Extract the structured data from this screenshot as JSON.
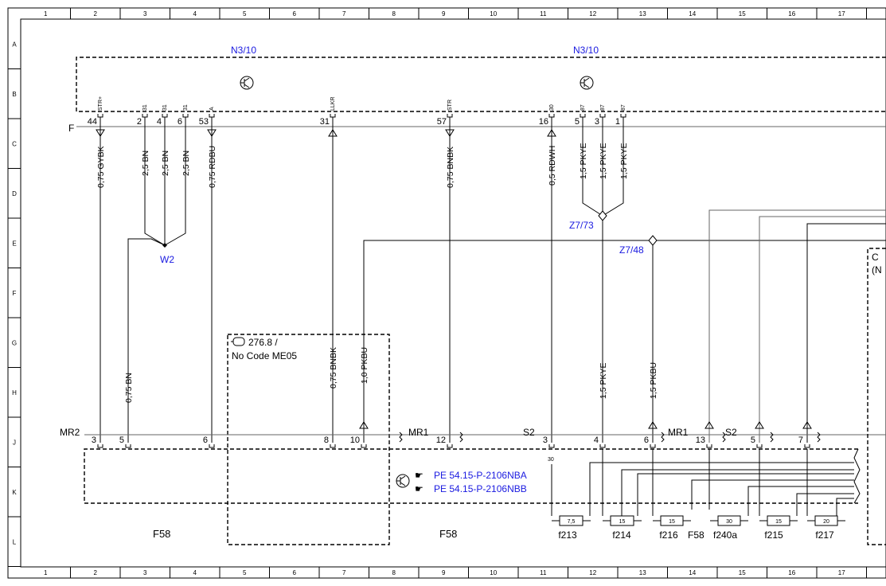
{
  "grid": {
    "cols": [
      "1",
      "2",
      "3",
      "4",
      "5",
      "6",
      "7",
      "8",
      "9",
      "10",
      "11",
      "12",
      "13",
      "14",
      "15",
      "16",
      "17"
    ],
    "rows": [
      "A",
      "B",
      "C",
      "D",
      "E",
      "F",
      "G",
      "H",
      "J",
      "K",
      "L"
    ]
  },
  "components": {
    "n3_10_left": "N3/10",
    "n3_10_right": "N3/10",
    "w2": "W2",
    "z7_73": "Z7/73",
    "z7_48": "Z7/48",
    "f58_left": "F58",
    "f58_mid": "F58",
    "f58_right": "F58",
    "f_label": "F",
    "engine_code": "276.8 /",
    "engine_note": "No  Code ME05",
    "right_partial_1": "C",
    "right_partial_2": "(N"
  },
  "connectors": {
    "mr2": "MR2",
    "mr1_a": "MR1",
    "mr1_b": "MR1",
    "s2_a": "S2",
    "s2_b": "S2"
  },
  "refs": {
    "ref1": "PE 54.15-P-2106NBA",
    "ref2": "PE 54.15-P-2106NBB"
  },
  "top_pins": [
    {
      "name": "STR+",
      "num": "44"
    },
    {
      "name": "31",
      "num": "2"
    },
    {
      "name": "31",
      "num": "4"
    },
    {
      "name": "31",
      "num": "6"
    },
    {
      "name": "A",
      "num": "53"
    },
    {
      "name": "LLKR",
      "num": "31"
    },
    {
      "name": "STR",
      "num": "57"
    },
    {
      "name": "30",
      "num": "16"
    },
    {
      "name": "87",
      "num": "5"
    },
    {
      "name": "87",
      "num": "3"
    },
    {
      "name": "87",
      "num": "1"
    }
  ],
  "wires_top": [
    "0,75 GYBK",
    "2,5 BN",
    "2,5 BN",
    "2,5 BN",
    "0,75 RDBU",
    "0,75 BNBK",
    "0,5 RDWH",
    "1,5 PKYE",
    "1,5 PKYE",
    "1,5 PKYE"
  ],
  "wires_mid": [
    "0,75 BN",
    "0,75 BNBK",
    "1,0 PKBU",
    "1,5 PKYE",
    "1,5 PKBU"
  ],
  "bottom_pins": [
    "3",
    "5",
    "6",
    "8",
    "10",
    "12",
    "3",
    "4",
    "6",
    "13",
    "5",
    "7"
  ],
  "s2_sub": "30",
  "fuses": [
    {
      "label": "f213",
      "value": "7,5"
    },
    {
      "label": "f214",
      "value": "15"
    },
    {
      "label": "f216",
      "value": "15"
    },
    {
      "label": "f240a",
      "value": "30"
    },
    {
      "label": "f215",
      "value": "15"
    },
    {
      "label": "f217",
      "value": "20"
    }
  ]
}
